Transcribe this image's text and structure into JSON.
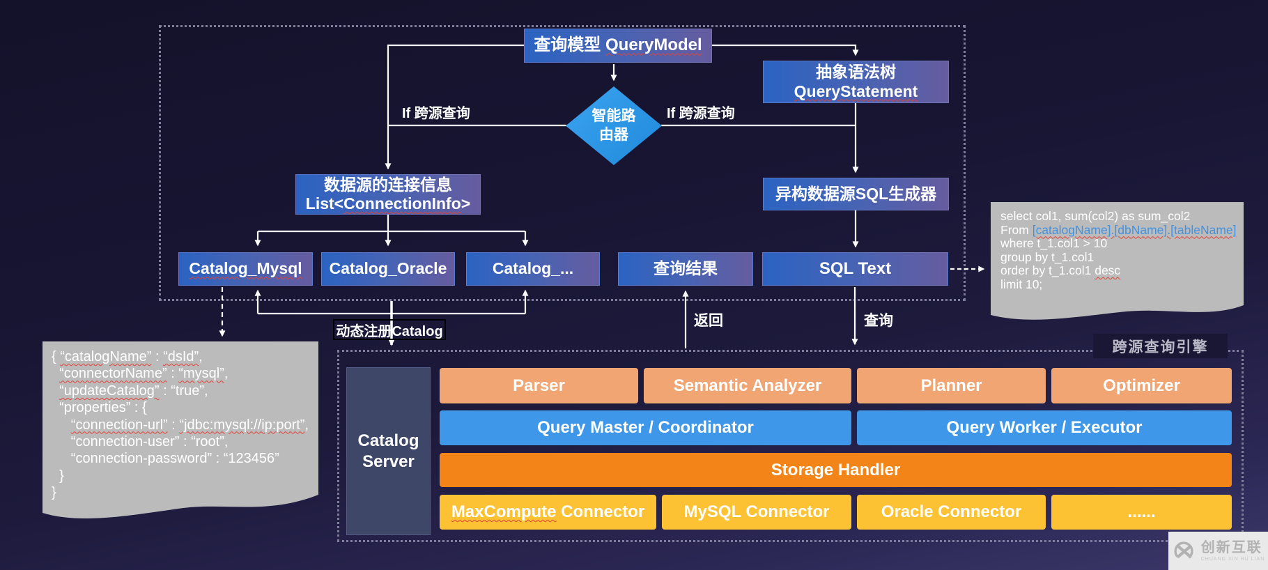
{
  "colors": {
    "background_top": "#14122a",
    "background_bottom": "#3b3769",
    "flow_box_gradient_start": "#2b63c2",
    "flow_box_gradient_end": "#665c9f",
    "diamond_blue": "#2d9be8",
    "engine_row1_orange": "#f0a572",
    "engine_row2_blue": "#3e97e8",
    "engine_row3_orange": "#f28418",
    "engine_row4_yellow": "#fdc233",
    "catalog_server_slate": "#3f4769",
    "document_gray": "#bbbbbb",
    "spellcheck_red": "#e04438",
    "sql_link_blue": "#4292e2"
  },
  "top": {
    "query_model": [
      {
        "t": "查询模型 "
      },
      {
        "t": "QueryModel",
        "c": "wavy"
      }
    ],
    "ast_line1": "抽象语法树",
    "ast_line2": [
      {
        "t": "QueryStatement",
        "c": "wavy"
      }
    ],
    "router_line1": "智能路",
    "router_line2": "由器",
    "if_left": "If 跨源查询",
    "if_right": "If 跨源查询",
    "conn_line1": "数据源的连接信息",
    "conn_line2": [
      {
        "t": "List<"
      },
      {
        "t": "ConnectionInfo",
        "c": "wavy"
      },
      {
        "t": ">"
      }
    ],
    "sql_gen": "异构数据源SQL生成器",
    "catalog_mysql": [
      {
        "t": "Catalog_Mysql",
        "c": "wavy"
      }
    ],
    "catalog_oracle": "Catalog_Oracle",
    "catalog_more": "Catalog_...",
    "query_result": "查询结果",
    "sql_text": "SQL Text",
    "label_return": "返回",
    "label_query": "查询",
    "label_register": "动态注册Catalog"
  },
  "sql_doc": {
    "lines": [
      [
        {
          "t": "select col1, sum(col2) as sum_col2"
        }
      ],
      [
        {
          "t": "From "
        },
        {
          "t": "[catalogName].[dbName].[tableName]",
          "c": "link wavy"
        }
      ],
      [
        {
          "t": "where t_1.col1 > 10"
        }
      ],
      [
        {
          "t": "group by t_1.col1"
        }
      ],
      [
        {
          "t": "order by t_1.col1 "
        },
        {
          "t": "desc",
          "c": "wavy"
        }
      ],
      [
        {
          "t": "limit 10;"
        }
      ]
    ]
  },
  "json_doc": {
    "lines": [
      [
        {
          "t": "{ "
        },
        {
          "t": "“catalogName”",
          "c": "wavy"
        },
        {
          "t": " : "
        },
        {
          "t": "“dsId”",
          "c": "wavy"
        },
        {
          "t": ","
        }
      ],
      [
        {
          "t": "  "
        },
        {
          "t": "“connectorName”",
          "c": "wavy"
        },
        {
          "t": " : "
        },
        {
          "t": "“mysql”",
          "c": "wavy"
        },
        {
          "t": ","
        }
      ],
      [
        {
          "t": "  "
        },
        {
          "t": "“updateCatalog”",
          "c": "wavy"
        },
        {
          "t": " : “true”,"
        }
      ],
      [
        {
          "t": "  “properties” : {"
        }
      ],
      [
        {
          "t": "     "
        },
        {
          "t": "“connection-url”",
          "c": "wavy"
        },
        {
          "t": " : "
        },
        {
          "t": "“jdbc:mysql://ip:port”",
          "c": "wavy"
        },
        {
          "t": ","
        }
      ],
      [
        {
          "t": "     “connection-user” : “root”,"
        }
      ],
      [
        {
          "t": "     “connection-password” : “123456”"
        }
      ],
      [
        {
          "t": "  }"
        }
      ],
      [
        {
          "t": "}"
        }
      ]
    ]
  },
  "engine": {
    "title": "跨源查询引擎",
    "catalog_server": "Catalog Server",
    "row1": [
      "Parser",
      "Semantic Analyzer",
      "Planner",
      "Optimizer"
    ],
    "row2": [
      "Query Master / Coordinator",
      "Query Worker / Executor"
    ],
    "row3": [
      "Storage Handler"
    ],
    "row4_maxcompute": [
      {
        "t": "MaxCompute",
        "c": "wavy"
      },
      {
        "t": " Connector"
      }
    ],
    "row4": [
      "MySQL Connector",
      "Oracle Connector",
      "......"
    ]
  },
  "watermark": {
    "brand_zh": "创新互联",
    "brand_en": "CHUANG XIN HU LIAN"
  }
}
